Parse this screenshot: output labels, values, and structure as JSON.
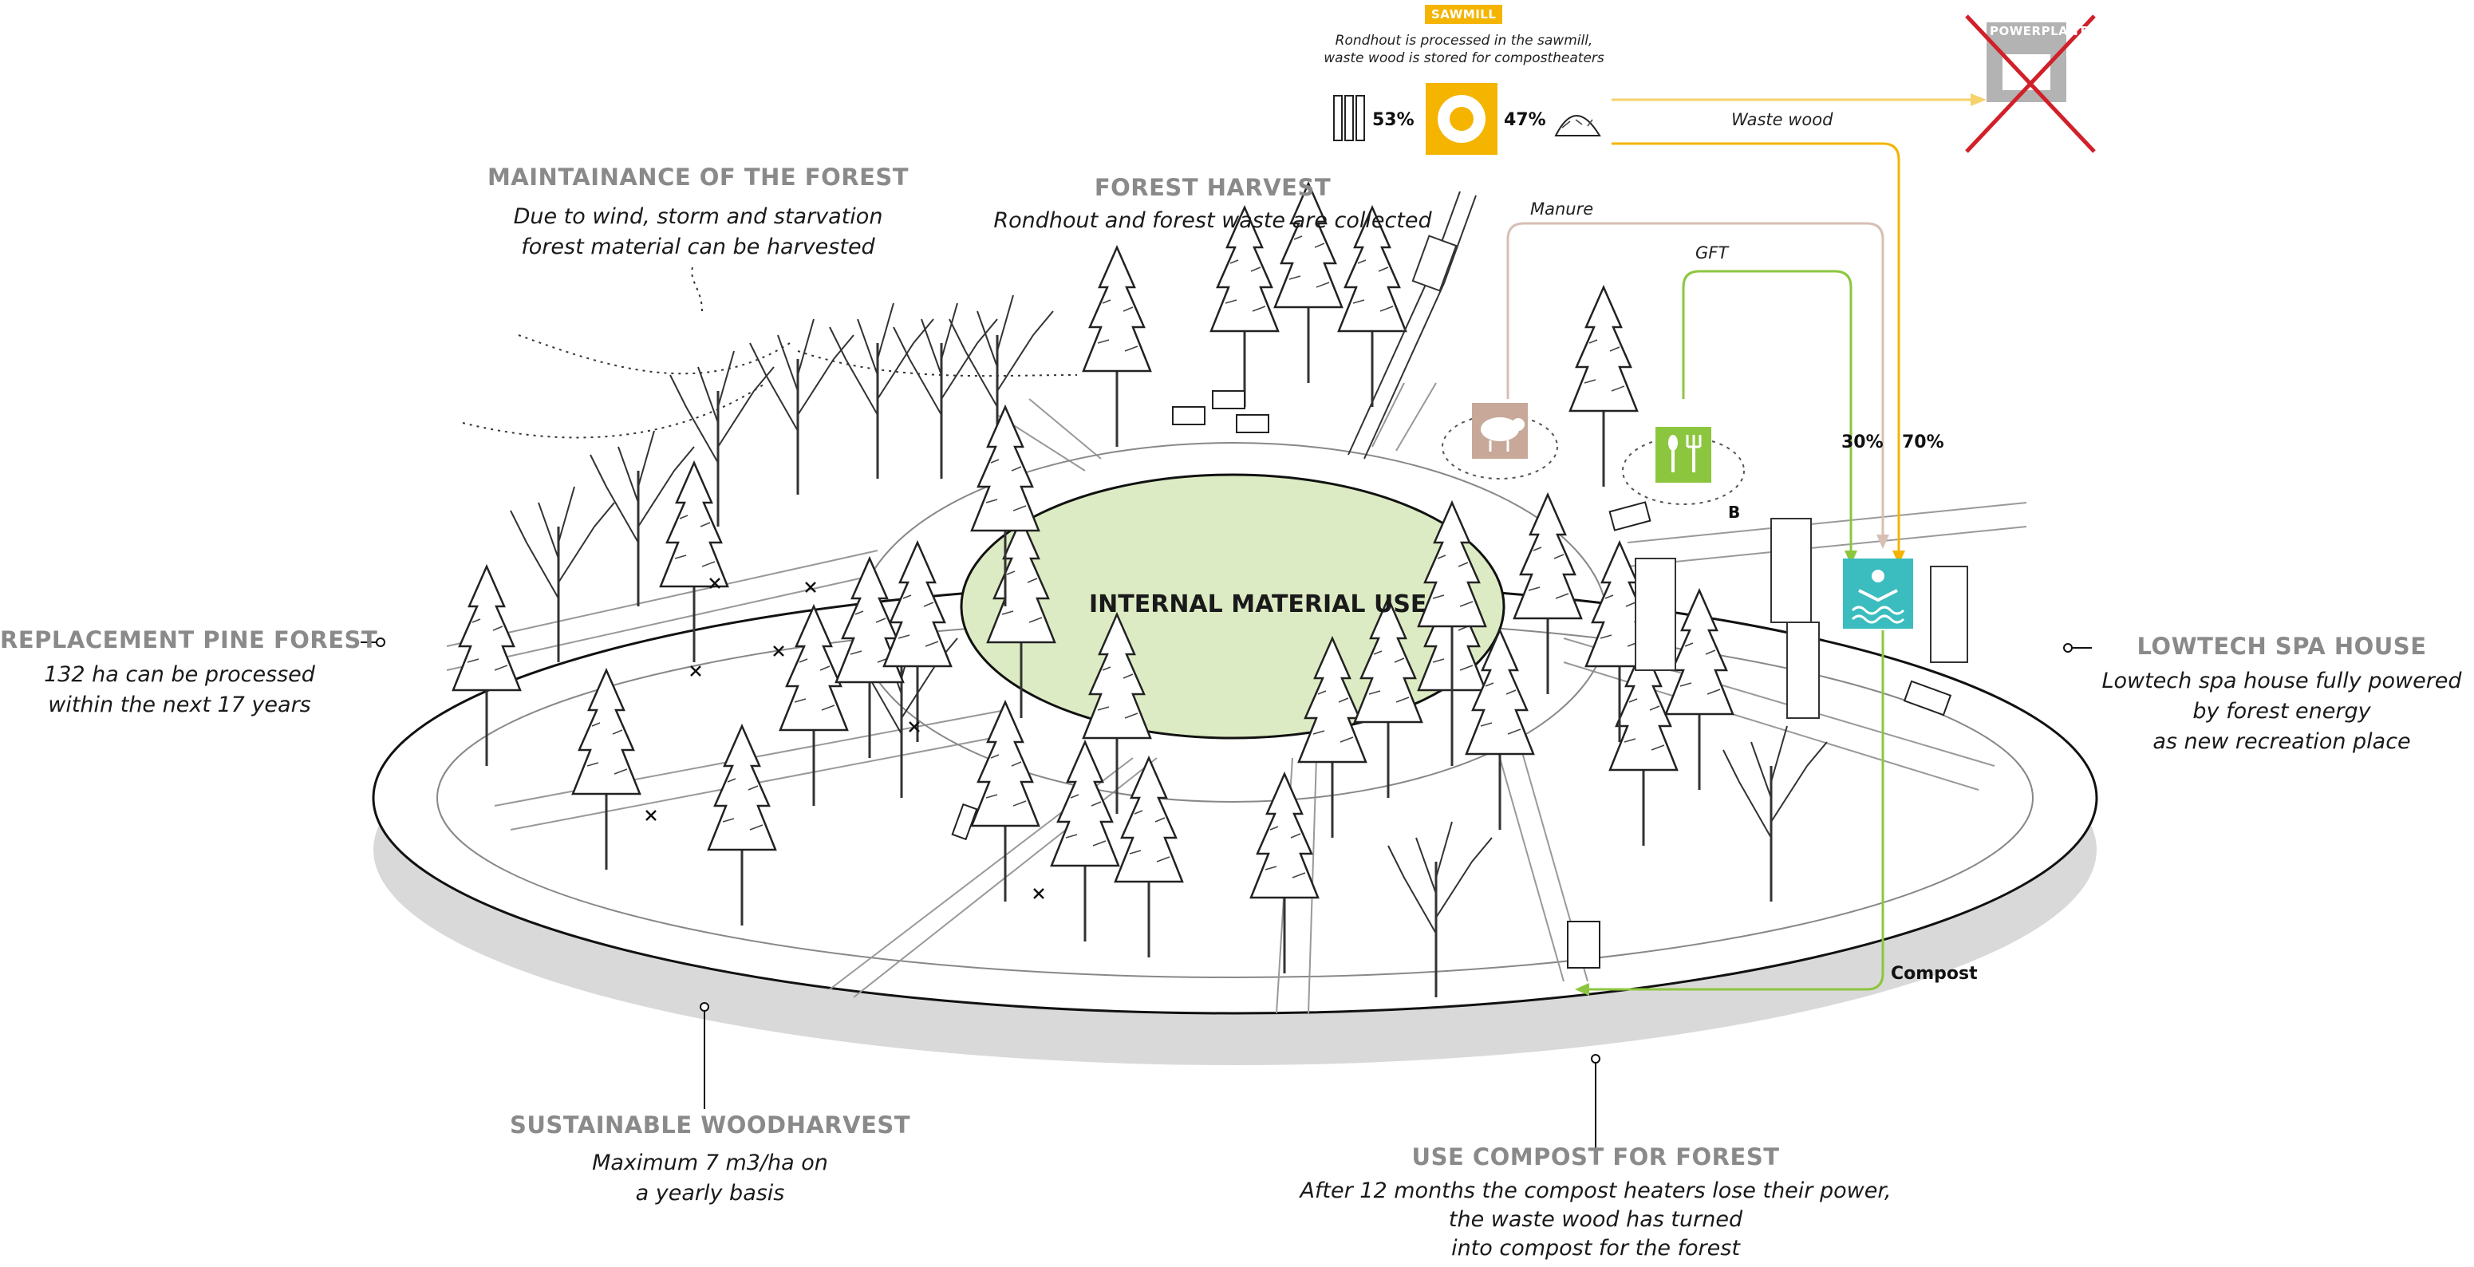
{
  "center_label": "INTERNAL MATERIAL USE",
  "sawmill": {
    "badge": "SAWMILL",
    "desc_line1": "Rondhout is processed in the sawmill,",
    "desc_line2": "waste wood is stored for compostheaters",
    "left_pct": "53%",
    "right_pct": "47%"
  },
  "powerplant": {
    "badge": "POWERPLANT"
  },
  "flows": {
    "waste_wood": "Waste wood",
    "manure": "Manure",
    "gft": "GFT",
    "pct_30": "30%",
    "pct_70": "70%",
    "compost": "Compost",
    "b_marker": "B"
  },
  "sections": {
    "maintenance": {
      "title": "MAINTAINANCE OF THE FOREST",
      "line1": "Due to wind, storm and starvation",
      "line2": "forest material can be harvested"
    },
    "harvest": {
      "title": "FOREST HARVEST",
      "line1": "Rondhout and forest waste are collected"
    },
    "replacement": {
      "title": "REPLACEMENT PINE FOREST",
      "line1": "132 ha can be processed",
      "line2": "within the next 17 years"
    },
    "spa": {
      "title": "LOWTECH SPA HOUSE",
      "line1": "Lowtech spa house fully powered",
      "line2": "by forest energy",
      "line3": "as new recreation place"
    },
    "wood": {
      "title": "SUSTAINABLE WOODHARVEST",
      "line1": "Maximum 7 m3/ha on",
      "line2": "a yearly basis"
    },
    "compost": {
      "title": "USE COMPOST FOR FOREST",
      "line1": "After 12 months the compost heaters lose their power,",
      "line2": "the waste wood has turned",
      "line3": "into compost for the forest"
    }
  },
  "colors": {
    "sawmill_yellow": "#f4b400",
    "waste_wood_line": "#f6d26b",
    "green_line": "#8cc63f",
    "manure_line": "#d7bfb3",
    "center_fill": "#dcebc3",
    "spa_teal": "#3bbcbf",
    "restaurant_green": "#8cc63f",
    "sheep_tan": "#c8a898",
    "cross_red": "#d1202a"
  },
  "icons": [
    "saw-blade-icon",
    "wood-planks-icon",
    "wood-chips-icon",
    "sheep-icon",
    "cutlery-icon",
    "swimmer-icon",
    "powerplant-icon",
    "tree-icon"
  ]
}
